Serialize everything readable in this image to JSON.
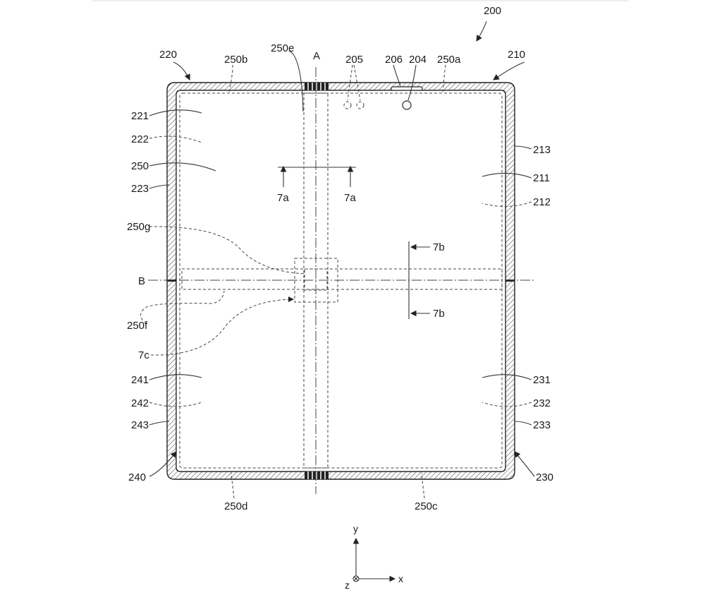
{
  "figure": {
    "ref_main": "200",
    "housing_right": "210",
    "housing_left": "220",
    "housing_right_lower": "230",
    "housing_left_lower": "240",
    "seg_250a": "250a",
    "seg_250b": "250b",
    "seg_250c": "250c",
    "seg_250d": "250d",
    "seg_250e": "250e",
    "seg_250f": "250f",
    "seg_250g": "250g",
    "ref_250": "250",
    "ref_205": "205",
    "ref_206": "206",
    "ref_204": "204",
    "ref_211": "211",
    "ref_212": "212",
    "ref_213": "213",
    "ref_221": "221",
    "ref_222": "222",
    "ref_223": "223",
    "ref_231": "231",
    "ref_232": "232",
    "ref_233": "233",
    "ref_241": "241",
    "ref_242": "242",
    "ref_243": "243",
    "axis_a": "A",
    "axis_b": "B",
    "sec_7a_left": "7a",
    "sec_7a_right": "7a",
    "sec_7b_top": "7b",
    "sec_7b_bottom": "7b",
    "sec_7c": "7c",
    "coord_y": "y",
    "coord_x": "x",
    "coord_z": "z"
  }
}
